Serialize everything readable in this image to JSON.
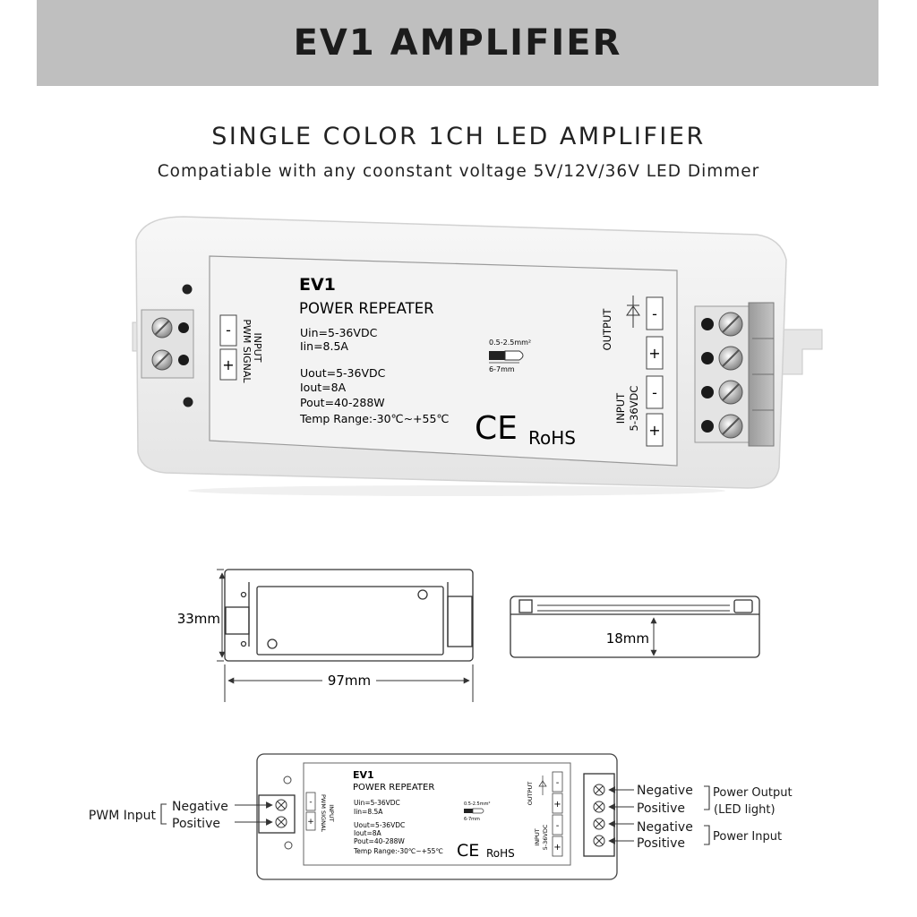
{
  "banner": {
    "title": "EV1 AMPLIFIER"
  },
  "subtitle": "SINGLE COLOR 1CH LED AMPLIFIER",
  "tagline": "Compatiable with any coonstant voltage 5V/12V/36V LED Dimmer",
  "device": {
    "model": "EV1",
    "name": "POWER REPEATER",
    "specs": [
      "Uin=5-36VDC",
      "Iin=8.5A",
      "Uout=5-36VDC",
      "Iout=8A",
      "Pout=40-288W",
      "Temp Range:-30℃~+55℃"
    ],
    "wire_gauge": "0.5-2.5mm²",
    "strip_length": "6-7mm",
    "ce": "CE",
    "rohs": "RoHS",
    "left_label_line1": "INPUT",
    "left_label_line2": "PWM SIGNAL",
    "output_label": "OUTPUT",
    "input_label_line1": "INPUT",
    "input_label_line2": "5-36VDC",
    "minus": "-",
    "plus": "+"
  },
  "dimensions": {
    "height": "33mm",
    "length": "97mm",
    "depth": "18mm"
  },
  "wiring": {
    "pwm_input": "PWM Input",
    "negative": "Negative",
    "positive": "Positive",
    "power_output_line1": "Power Output",
    "power_output_line2": "(LED light)",
    "power_input": "Power Input"
  }
}
